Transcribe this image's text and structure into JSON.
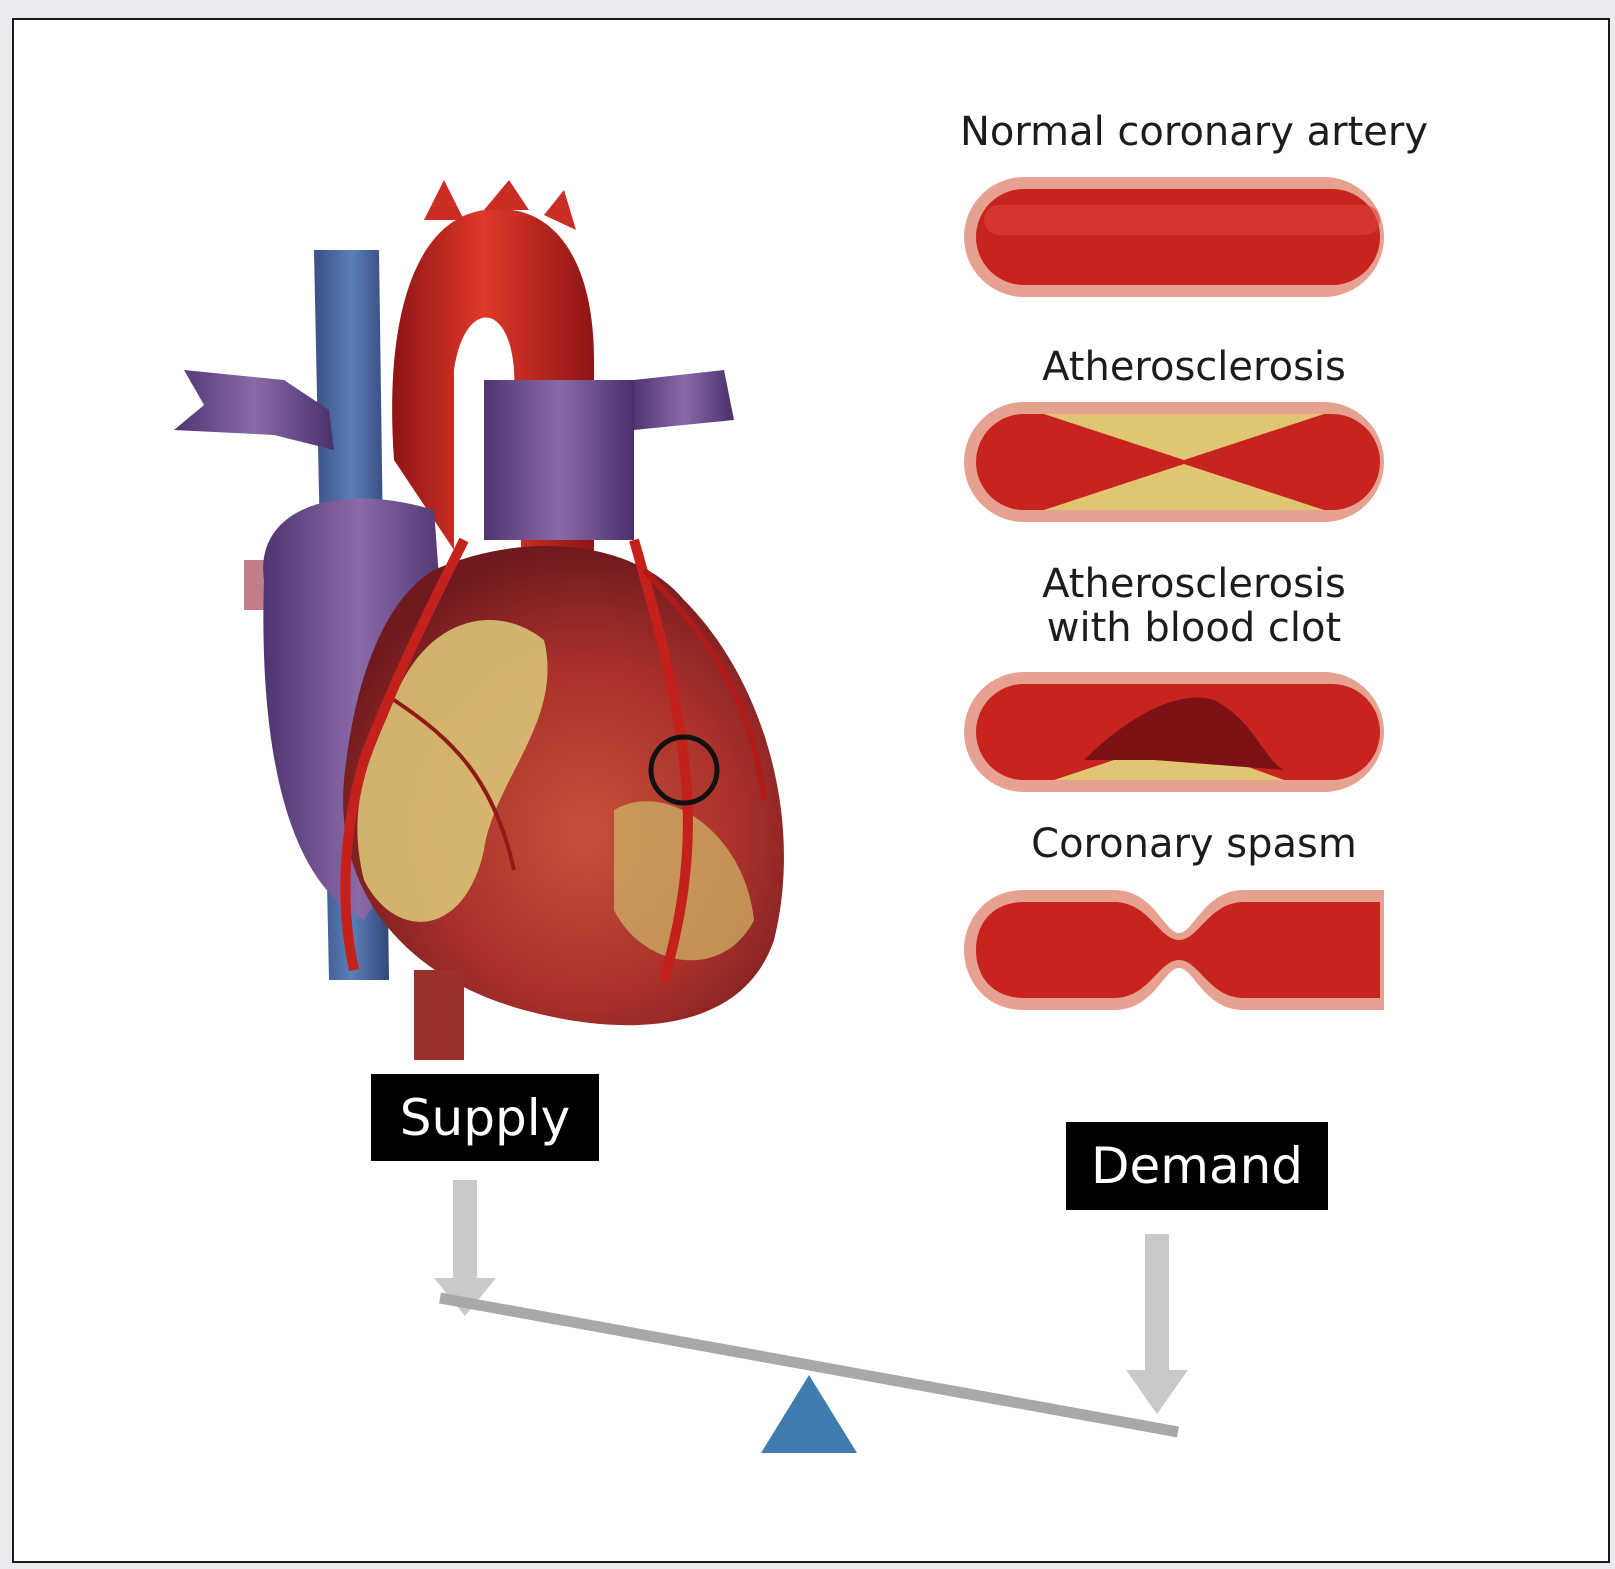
{
  "arteries": {
    "normal": "Normal coronary artery",
    "athero": "Atherosclerosis",
    "clot": "Atherosclerosis\nwith blood clot",
    "spasm": "Coronary spasm"
  },
  "balance": {
    "supply": "Supply",
    "demand": "Demand"
  },
  "colors": {
    "pivot": "#3f7db1",
    "beam": "#a8a8a8",
    "arrow": "#c9c9c9",
    "label_bg": "#000000"
  }
}
